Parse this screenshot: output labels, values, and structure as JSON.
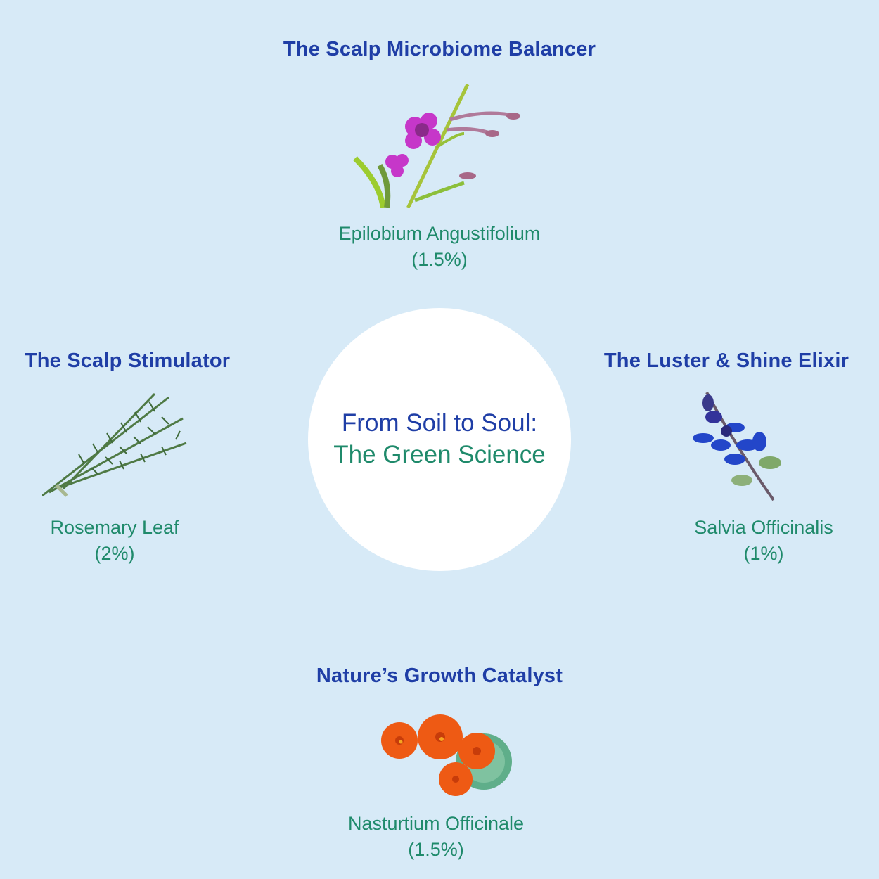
{
  "center": {
    "line1": "From Soil to Soul:",
    "line2": "The Green Science"
  },
  "ingredients": [
    {
      "title": "The Scalp Microbiome Balancer",
      "name": "Epilobium Angustifolium",
      "percent": "(1.5%)",
      "icon": "fireweed-flower-icon"
    },
    {
      "title": "The Scalp Stimulator",
      "name": "Rosemary Leaf",
      "percent": "(2%)",
      "icon": "rosemary-sprig-icon"
    },
    {
      "title": "The Luster & Shine Elixir",
      "name": "Salvia Officinalis",
      "percent": "(1%)",
      "icon": "salvia-flower-icon"
    },
    {
      "title": "Nature’s Growth Catalyst",
      "name": "Nasturtium Officinale",
      "percent": "(1.5%)",
      "icon": "nasturtium-flower-icon"
    }
  ],
  "colors": {
    "background": "#d7eaf7",
    "title": "#1f3ea6",
    "label": "#1f8a6b"
  }
}
